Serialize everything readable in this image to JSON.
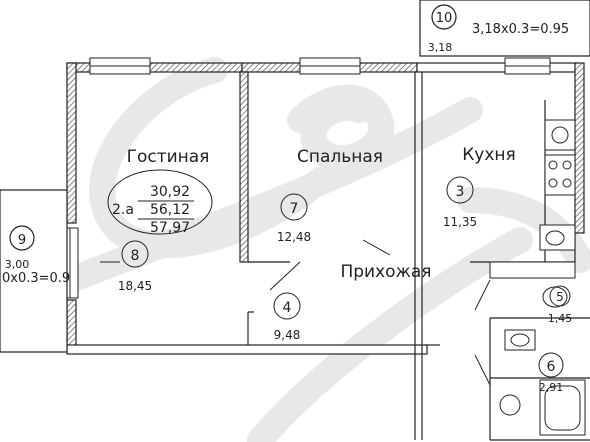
{
  "rooms": [
    {
      "id": "room-living",
      "name": "Гостиная",
      "number": "8",
      "area": "18,45"
    },
    {
      "id": "room-bedroom",
      "name": "Спальная",
      "number": "7",
      "area": "12,48"
    },
    {
      "id": "room-kitchen",
      "name": "Кухня",
      "number": "3",
      "area": "11,35"
    },
    {
      "id": "room-hall",
      "name": "Прихожая",
      "number": "4",
      "area": "9,48"
    },
    {
      "id": "room-toilet",
      "name": "",
      "number": "5",
      "area": "1,45"
    },
    {
      "id": "room-bath",
      "name": "",
      "number": "6",
      "area": "2,91"
    }
  ],
  "balconies": [
    {
      "id": "balcony-top",
      "number": "10",
      "area": "3,18",
      "formula": "3,18x0.3=0.95"
    },
    {
      "id": "balcony-left",
      "number": "9",
      "area": "3,00",
      "formula": "0x0.3=0.9"
    }
  ],
  "apartment": {
    "type": "2.а",
    "living_area": "30,92",
    "total_area": "56,12",
    "total_with_balconies": "57,97"
  },
  "colors": {
    "line": "#222222",
    "wall_fill": "#8a8a8a",
    "watermark": "#e6e6e6"
  }
}
